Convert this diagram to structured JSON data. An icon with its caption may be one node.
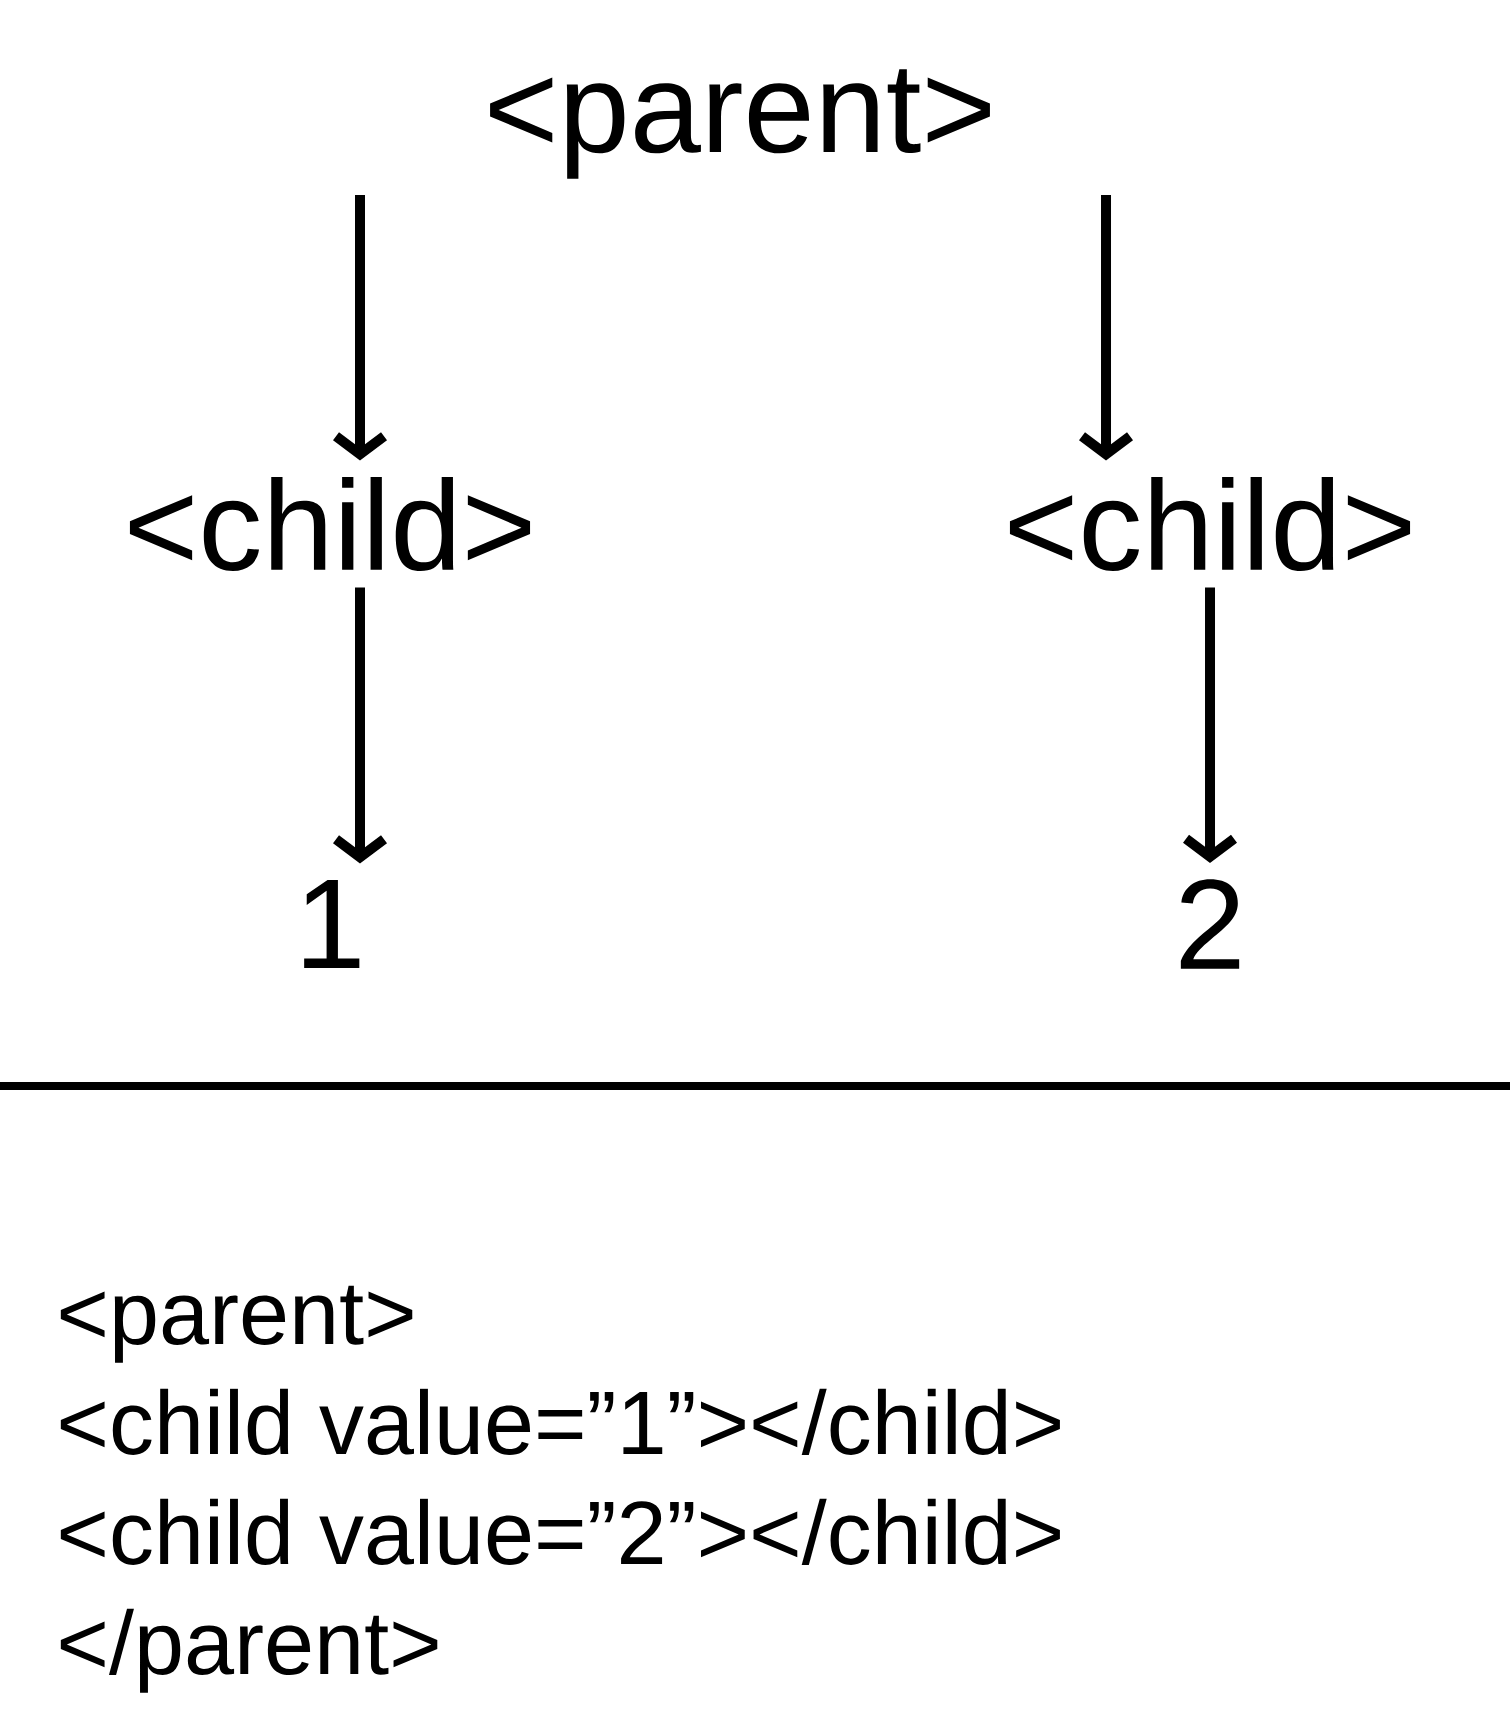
{
  "diagram": {
    "nodes": [
      {
        "text": [
          "<parent>"
        ]
      },
      {
        "text": [
          "<child>"
        ]
      },
      {
        "text": [
          "<child>"
        ]
      },
      {
        "text": [
          "1"
        ]
      },
      {
        "text": [
          "2"
        ]
      }
    ],
    "edges": [
      {
        "from": 0,
        "to": 1,
        "arrow": "to"
      },
      {
        "from": 0,
        "to": 2,
        "arrow": "to"
      },
      {
        "from": 1,
        "to": 3,
        "arrow": "to"
      },
      {
        "from": 2,
        "to": 4,
        "arrow": "to"
      }
    ],
    "labels": [
      "<parent>",
      "<child value=”1”></child>",
      "<child value=”2”></child>",
      "</parent>"
    ]
  }
}
